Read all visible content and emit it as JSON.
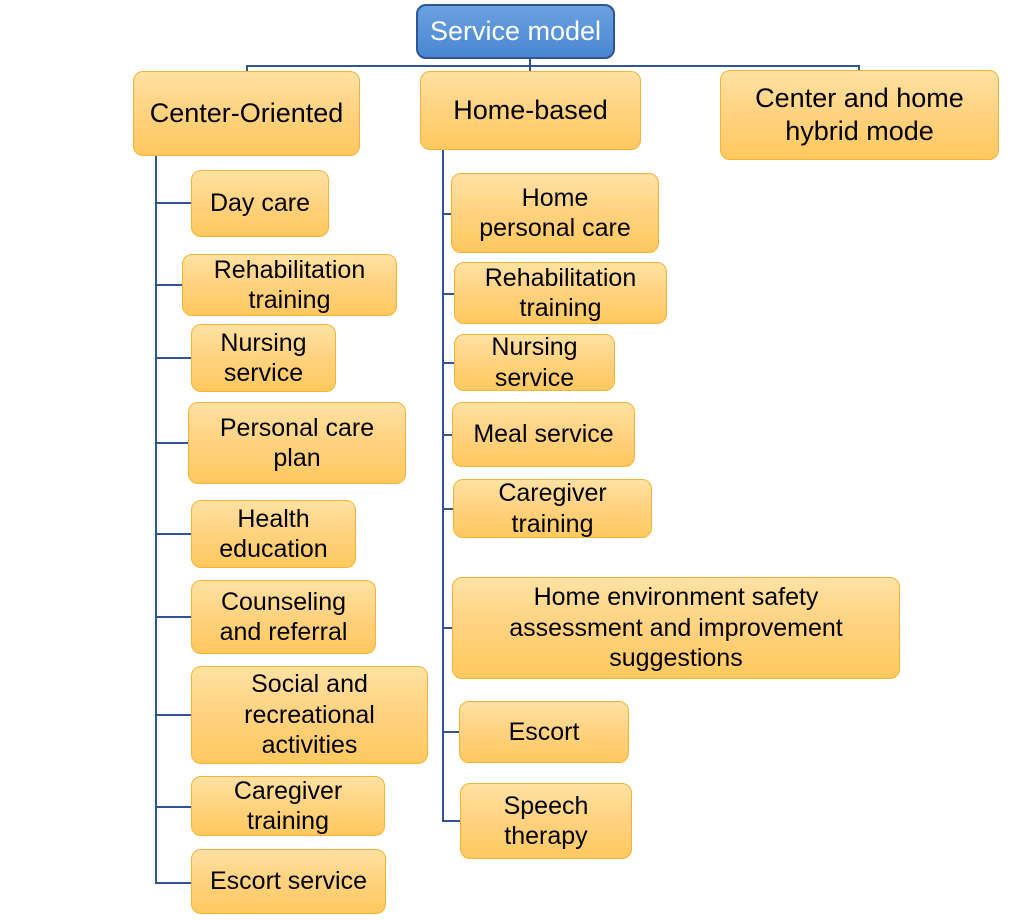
{
  "diagram": {
    "root": "Service model",
    "modes": [
      {
        "label": "Center-Oriented",
        "items": [
          "Day care",
          "Rehabilitation training",
          "Nursing service",
          "Personal care plan",
          "Health education",
          "Counseling and referral",
          "Social and recreational activities",
          "Caregiver training",
          "Escort service"
        ]
      },
      {
        "label": "Home-based",
        "items": [
          "Home personal care",
          "Rehabilitation training",
          "Nursing service",
          "Meal service",
          "Caregiver training",
          "Home environment safety assessment and improvement suggestions",
          "Escort",
          "Speech therapy"
        ]
      },
      {
        "label": "Center and home hybrid mode",
        "items": []
      }
    ],
    "colors": {
      "root_fill": "#4a86d1",
      "root_border": "#2f5597",
      "node_fill": "#ffd27f",
      "node_border": "#f2b337",
      "connector": "#2f5597"
    }
  }
}
